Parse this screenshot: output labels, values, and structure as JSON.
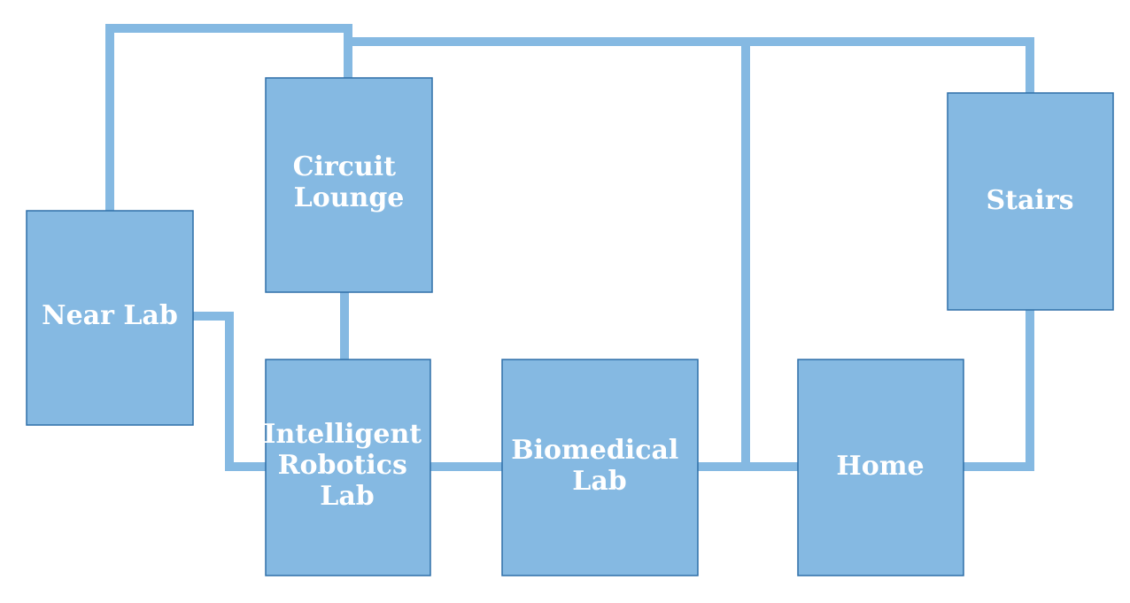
{
  "colors": {
    "room_fill": "#85b9e2",
    "corridor": "#85b9e2",
    "label": "#ffffff"
  },
  "rooms": {
    "near_lab": {
      "lines": [
        "Near Lab"
      ]
    },
    "circuit_lounge": {
      "lines": [
        "Circuit",
        "Lounge"
      ]
    },
    "intelligent_robotics_lab": {
      "lines": [
        "Intelligent",
        "Robotics",
        "Lab"
      ]
    },
    "biomedical_lab": {
      "lines": [
        "Biomedical",
        "Lab"
      ]
    },
    "home": {
      "lines": [
        "Home"
      ]
    },
    "stairs": {
      "lines": [
        "Stairs"
      ]
    }
  }
}
